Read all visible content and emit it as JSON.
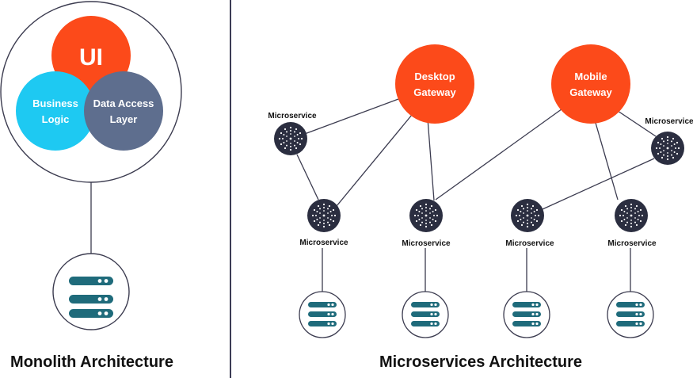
{
  "monolith": {
    "title": "Monolith Architecture",
    "ui_label": "UI",
    "business_line1": "Business",
    "business_line2": "Logic",
    "data_access_line1": "Data Access",
    "data_access_line2": "Layer"
  },
  "microservices": {
    "title": "Microservices Architecture",
    "desktop_gateway_line1": "Desktop",
    "desktop_gateway_line2": "Gateway",
    "mobile_gateway_line1": "Mobile",
    "mobile_gateway_line2": "Gateway",
    "service_label": "Microservice"
  },
  "colors": {
    "ui": "#fc4a1a",
    "gateway": "#fc4a1a",
    "business_logic": "#1ec9f2",
    "data_access": "#5e6e8e",
    "microservice_node": "#2b2e40",
    "database": "#1f6b7b",
    "divider": "#3c3c55"
  },
  "icons": {
    "microservice": "dotted-sphere-icon",
    "database": "server-stack-icon"
  }
}
